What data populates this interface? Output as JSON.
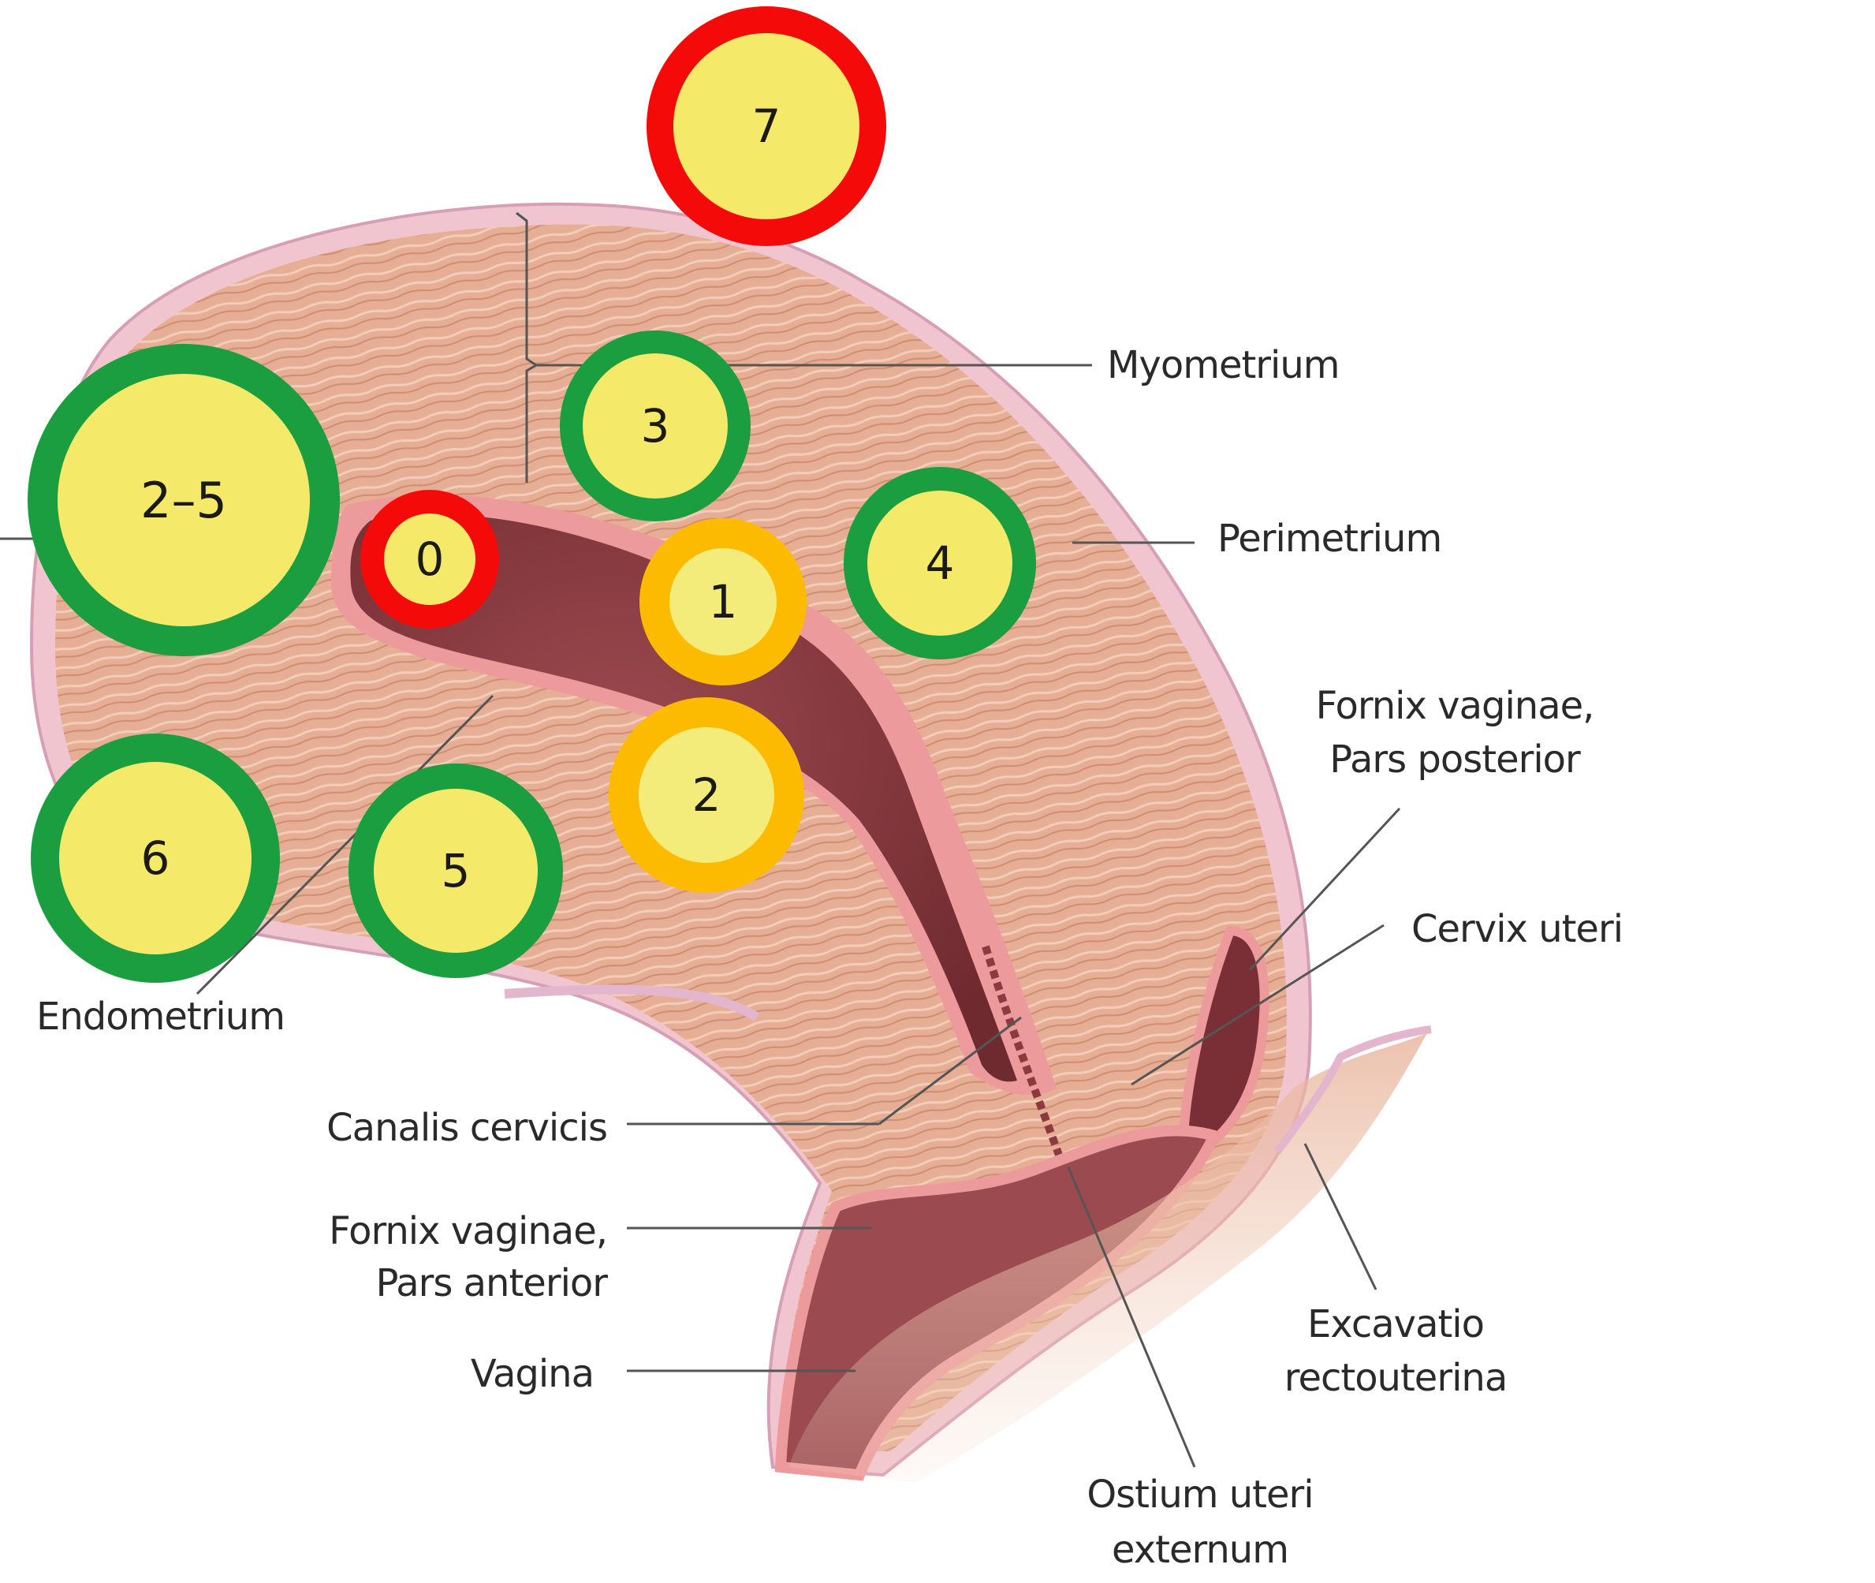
{
  "figure": {
    "subject": "Uterus sagittal section",
    "colors": {
      "marker_fill": "#f5e96a",
      "marker_fill_light": "#f3ec7a",
      "ring_green": "#1a9e3f",
      "ring_red": "#f50a0a",
      "ring_orange": "#fdbb00",
      "tissue": "#e8b39a",
      "tissue_dark": "#d49478",
      "lumen": "#8c3a40",
      "lining": "#e98a8e",
      "perimetrium": "#f1c9d3",
      "leader_line": "#555555"
    }
  },
  "markers": [
    {
      "id": "7",
      "label": "7",
      "ring": "red"
    },
    {
      "id": "3",
      "label": "3",
      "ring": "green"
    },
    {
      "id": "2-5",
      "label": "2–5",
      "ring": "green"
    },
    {
      "id": "0",
      "label": "0",
      "ring": "red"
    },
    {
      "id": "1",
      "label": "1",
      "ring": "orange"
    },
    {
      "id": "4",
      "label": "4",
      "ring": "green"
    },
    {
      "id": "2",
      "label": "2",
      "ring": "orange"
    },
    {
      "id": "6",
      "label": "6",
      "ring": "green"
    },
    {
      "id": "5",
      "label": "5",
      "ring": "green"
    }
  ],
  "labels": {
    "myometrium": "Myometrium",
    "perimetrium": "Perimetrium",
    "fornix_post_1": "Fornix vaginae,",
    "fornix_post_2": "Pars posterior",
    "cervix": "Cervix uteri",
    "endometrium": "Endometrium",
    "canalis": "Canalis cervicis",
    "fornix_ant_1": "Fornix vaginae,",
    "fornix_ant_2": "Pars anterior",
    "vagina": "Vagina",
    "excavatio_1": "Excavatio",
    "excavatio_2": "rectouterina",
    "ostium_1": "Ostium uteri",
    "ostium_2": "externum"
  }
}
